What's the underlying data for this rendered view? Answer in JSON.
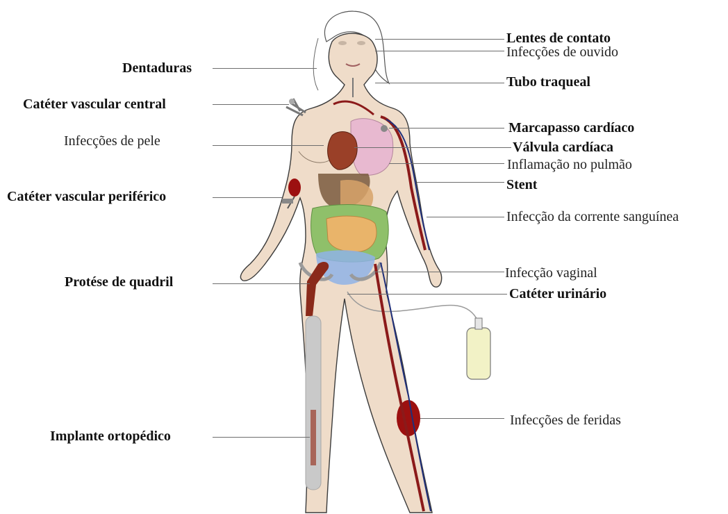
{
  "labels_left": {
    "dentaduras": "Dentaduras",
    "cateter_central": "Catéter vascular central",
    "infeccoes_pele": "Infecções de pele",
    "cateter_periferico": "Catéter vascular periférico",
    "protese_quadril": "Protése de quadril",
    "implante_ortopedico": "Implante ortopédico"
  },
  "labels_right": {
    "lentes_contato": "Lentes de contato",
    "infeccoes_ouvido": "Infecções de ouvido",
    "tubo_traqueal": "Tubo traqueal",
    "marcapasso": "Marcapasso cardíaco",
    "valvula": "Válvula cardíaca",
    "inflamacao_pulmao": "Inflamação no pulmão",
    "stent": "Stent",
    "infeccao_corrente": "Infecção da corrente sanguínea",
    "infeccao_vaginal": "Infecção vaginal",
    "cateter_urinario": "Catéter urinário",
    "infeccoes_feridas": "Infecções de feridas"
  },
  "colors": {
    "skin": "#efdcc9",
    "outline": "#3b3b3b",
    "artery": "#8b1a1a",
    "vein": "#1f2f7a",
    "intestine_large": "#8fc06a",
    "intestine_small": "#e9b46a",
    "bladder": "#8fb3e6",
    "lung": "#e8b9d0",
    "heart": "#9a4028",
    "liver": "#7a5a3e",
    "bone": "#c9c9c9",
    "wound": "#9c1010",
    "urine_bag": "#f2f2c6"
  }
}
